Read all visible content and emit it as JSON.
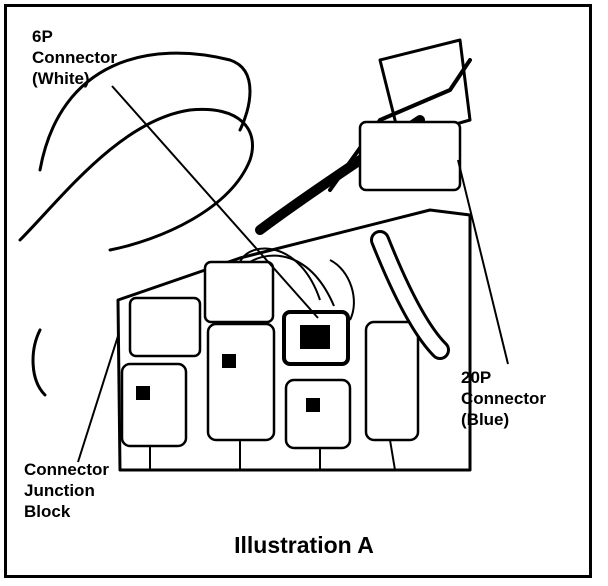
{
  "labels": {
    "connector_6p": "6P\nConnector\n(White)",
    "connector_20p": "20P\nConnector\n(Blue)",
    "junction_block": "Connector\nJunction\nBlock"
  },
  "caption": "Illustration A",
  "colors": {
    "ink": "#000000",
    "paper": "#ffffff"
  }
}
